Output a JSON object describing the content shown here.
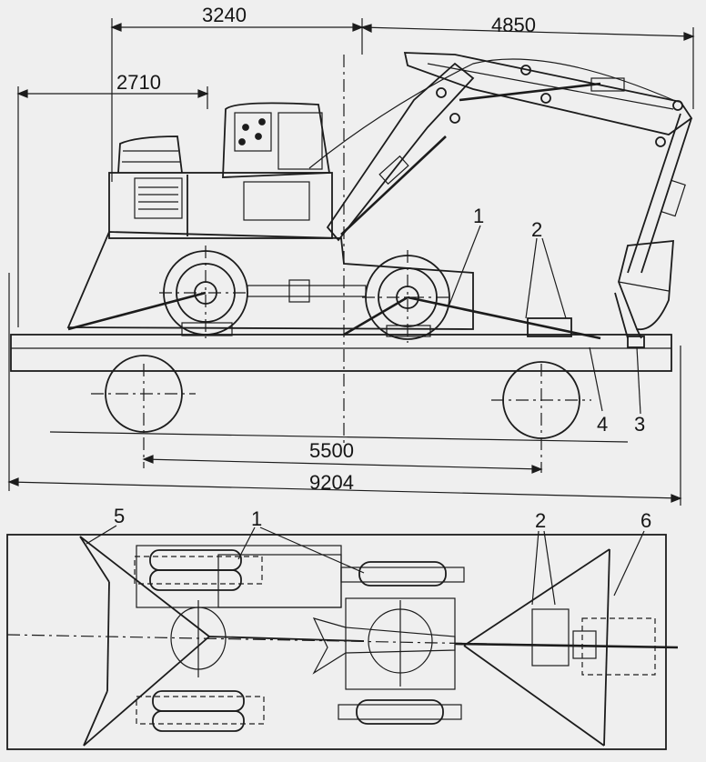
{
  "dimensions": {
    "d3240": "3240",
    "d4850": "4850",
    "d2710": "2710",
    "d5500": "5500",
    "d9204": "9204"
  },
  "callouts": {
    "c1_side": "1",
    "c2_side": "2",
    "c3_side": "3",
    "c4_side": "4",
    "c5_plan": "5",
    "c1_plan": "1",
    "c2_plan": "2",
    "c6_plan": "6"
  },
  "colors": {
    "ink": "#1c1c1c",
    "paper": "#efefef"
  }
}
